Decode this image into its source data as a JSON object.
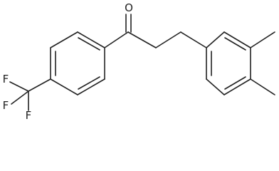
{
  "molecule": {
    "atoms": {
      "oxygen": "O",
      "fluorine_1": "F",
      "fluorine_2": "F",
      "fluorine_3": "F"
    },
    "colors": {
      "bond": "#222222",
      "text": "#222222",
      "background": "#ffffff"
    }
  }
}
